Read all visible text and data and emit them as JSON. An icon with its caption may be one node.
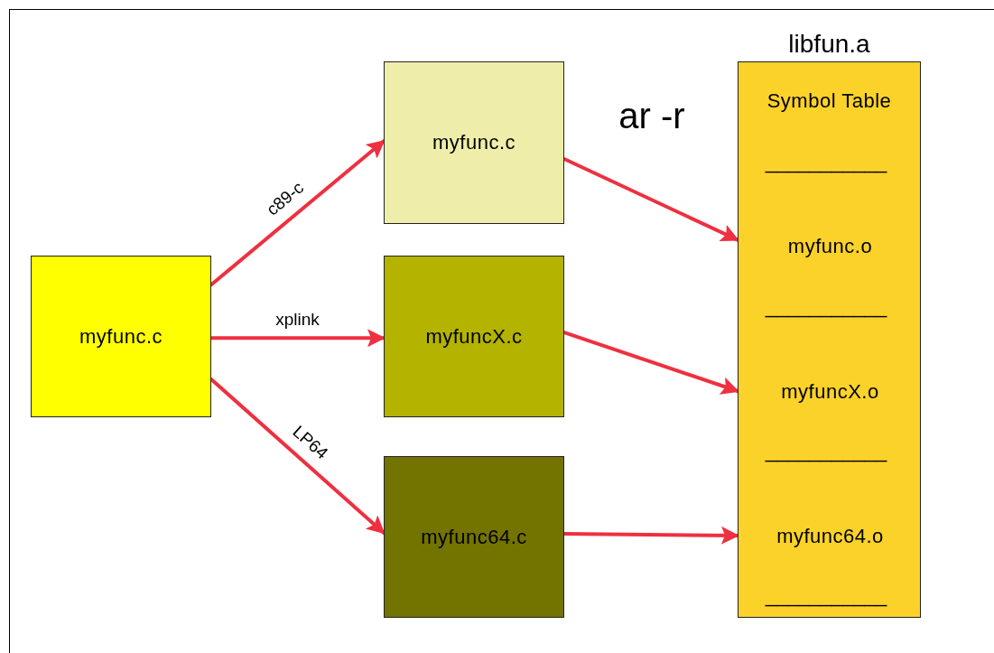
{
  "diagram": {
    "nodes": [
      {
        "text": [
          "myfunc.c"
        ]
      },
      {
        "text": [
          "myfunc.c"
        ]
      },
      {
        "text": [
          "myfuncX.c"
        ]
      },
      {
        "text": [
          "myfunc64.c"
        ]
      },
      {
        "text": [
          "libfun.a",
          "Symbol Table"
        ]
      },
      {
        "text": [
          "myfunc.o"
        ],
        "in": 4
      },
      {
        "text": [
          "myfuncX.o"
        ],
        "in": 4
      },
      {
        "text": [
          "myfunc64.o"
        ],
        "in": 4
      }
    ],
    "edges": [
      {
        "from": 0,
        "to": 1,
        "arrow": "to",
        "label": "c89-c"
      },
      {
        "from": 0,
        "to": 2,
        "arrow": "to",
        "label": "xplink"
      },
      {
        "from": 0,
        "to": 3,
        "arrow": "to",
        "label": "LP64"
      },
      {
        "from": 1,
        "to": 5,
        "arrow": "to"
      },
      {
        "from": 2,
        "to": 6,
        "arrow": "to"
      },
      {
        "from": 3,
        "to": 7,
        "arrow": "to"
      }
    ],
    "labels": [
      "ar -r",
      "___________",
      "___________",
      "___________",
      "___________"
    ]
  }
}
